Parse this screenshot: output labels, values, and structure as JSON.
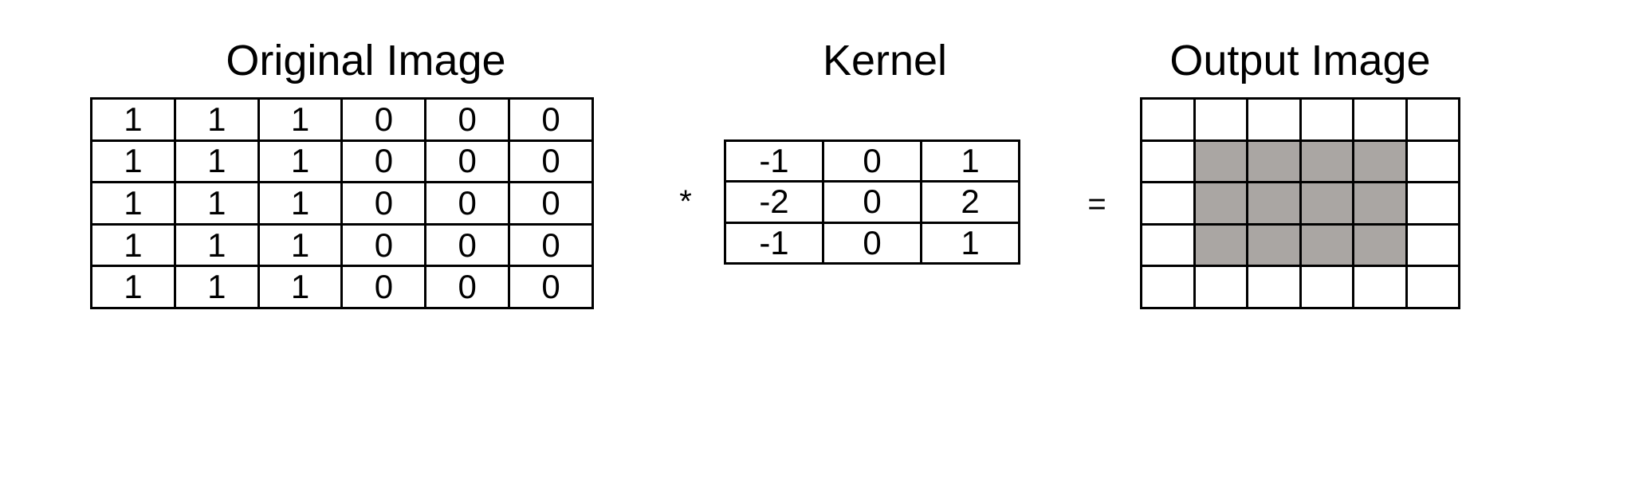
{
  "colors": {
    "background": "#ffffff",
    "text": "#000000",
    "grid_border": "#000000",
    "shaded_cell": "#aaa6a3"
  },
  "operators": {
    "multiply": "*",
    "equals": "="
  },
  "original_image": {
    "title": "Original Image",
    "grid": [
      [
        "1",
        "1",
        "1",
        "0",
        "0",
        "0"
      ],
      [
        "1",
        "1",
        "1",
        "0",
        "0",
        "0"
      ],
      [
        "1",
        "1",
        "1",
        "0",
        "0",
        "0"
      ],
      [
        "1",
        "1",
        "1",
        "0",
        "0",
        "0"
      ],
      [
        "1",
        "1",
        "1",
        "0",
        "0",
        "0"
      ]
    ]
  },
  "kernel": {
    "title": "Kernel",
    "grid": [
      [
        "-1",
        "0",
        "1"
      ],
      [
        "-2",
        "0",
        "2"
      ],
      [
        "-1",
        "0",
        "1"
      ]
    ]
  },
  "output_image": {
    "title": "Output Image",
    "grid": [
      [
        "",
        "",
        "",
        "",
        "",
        ""
      ],
      [
        "",
        "",
        "",
        "",
        "",
        ""
      ],
      [
        "",
        "",
        "",
        "",
        "",
        ""
      ],
      [
        "",
        "",
        "",
        "",
        "",
        ""
      ],
      [
        "",
        "",
        "",
        "",
        "",
        ""
      ]
    ],
    "shading": [
      [
        0,
        0,
        0,
        0,
        0,
        0
      ],
      [
        0,
        1,
        1,
        1,
        1,
        0
      ],
      [
        0,
        1,
        1,
        1,
        1,
        0
      ],
      [
        0,
        1,
        1,
        1,
        1,
        0
      ],
      [
        0,
        0,
        0,
        0,
        0,
        0
      ]
    ]
  }
}
